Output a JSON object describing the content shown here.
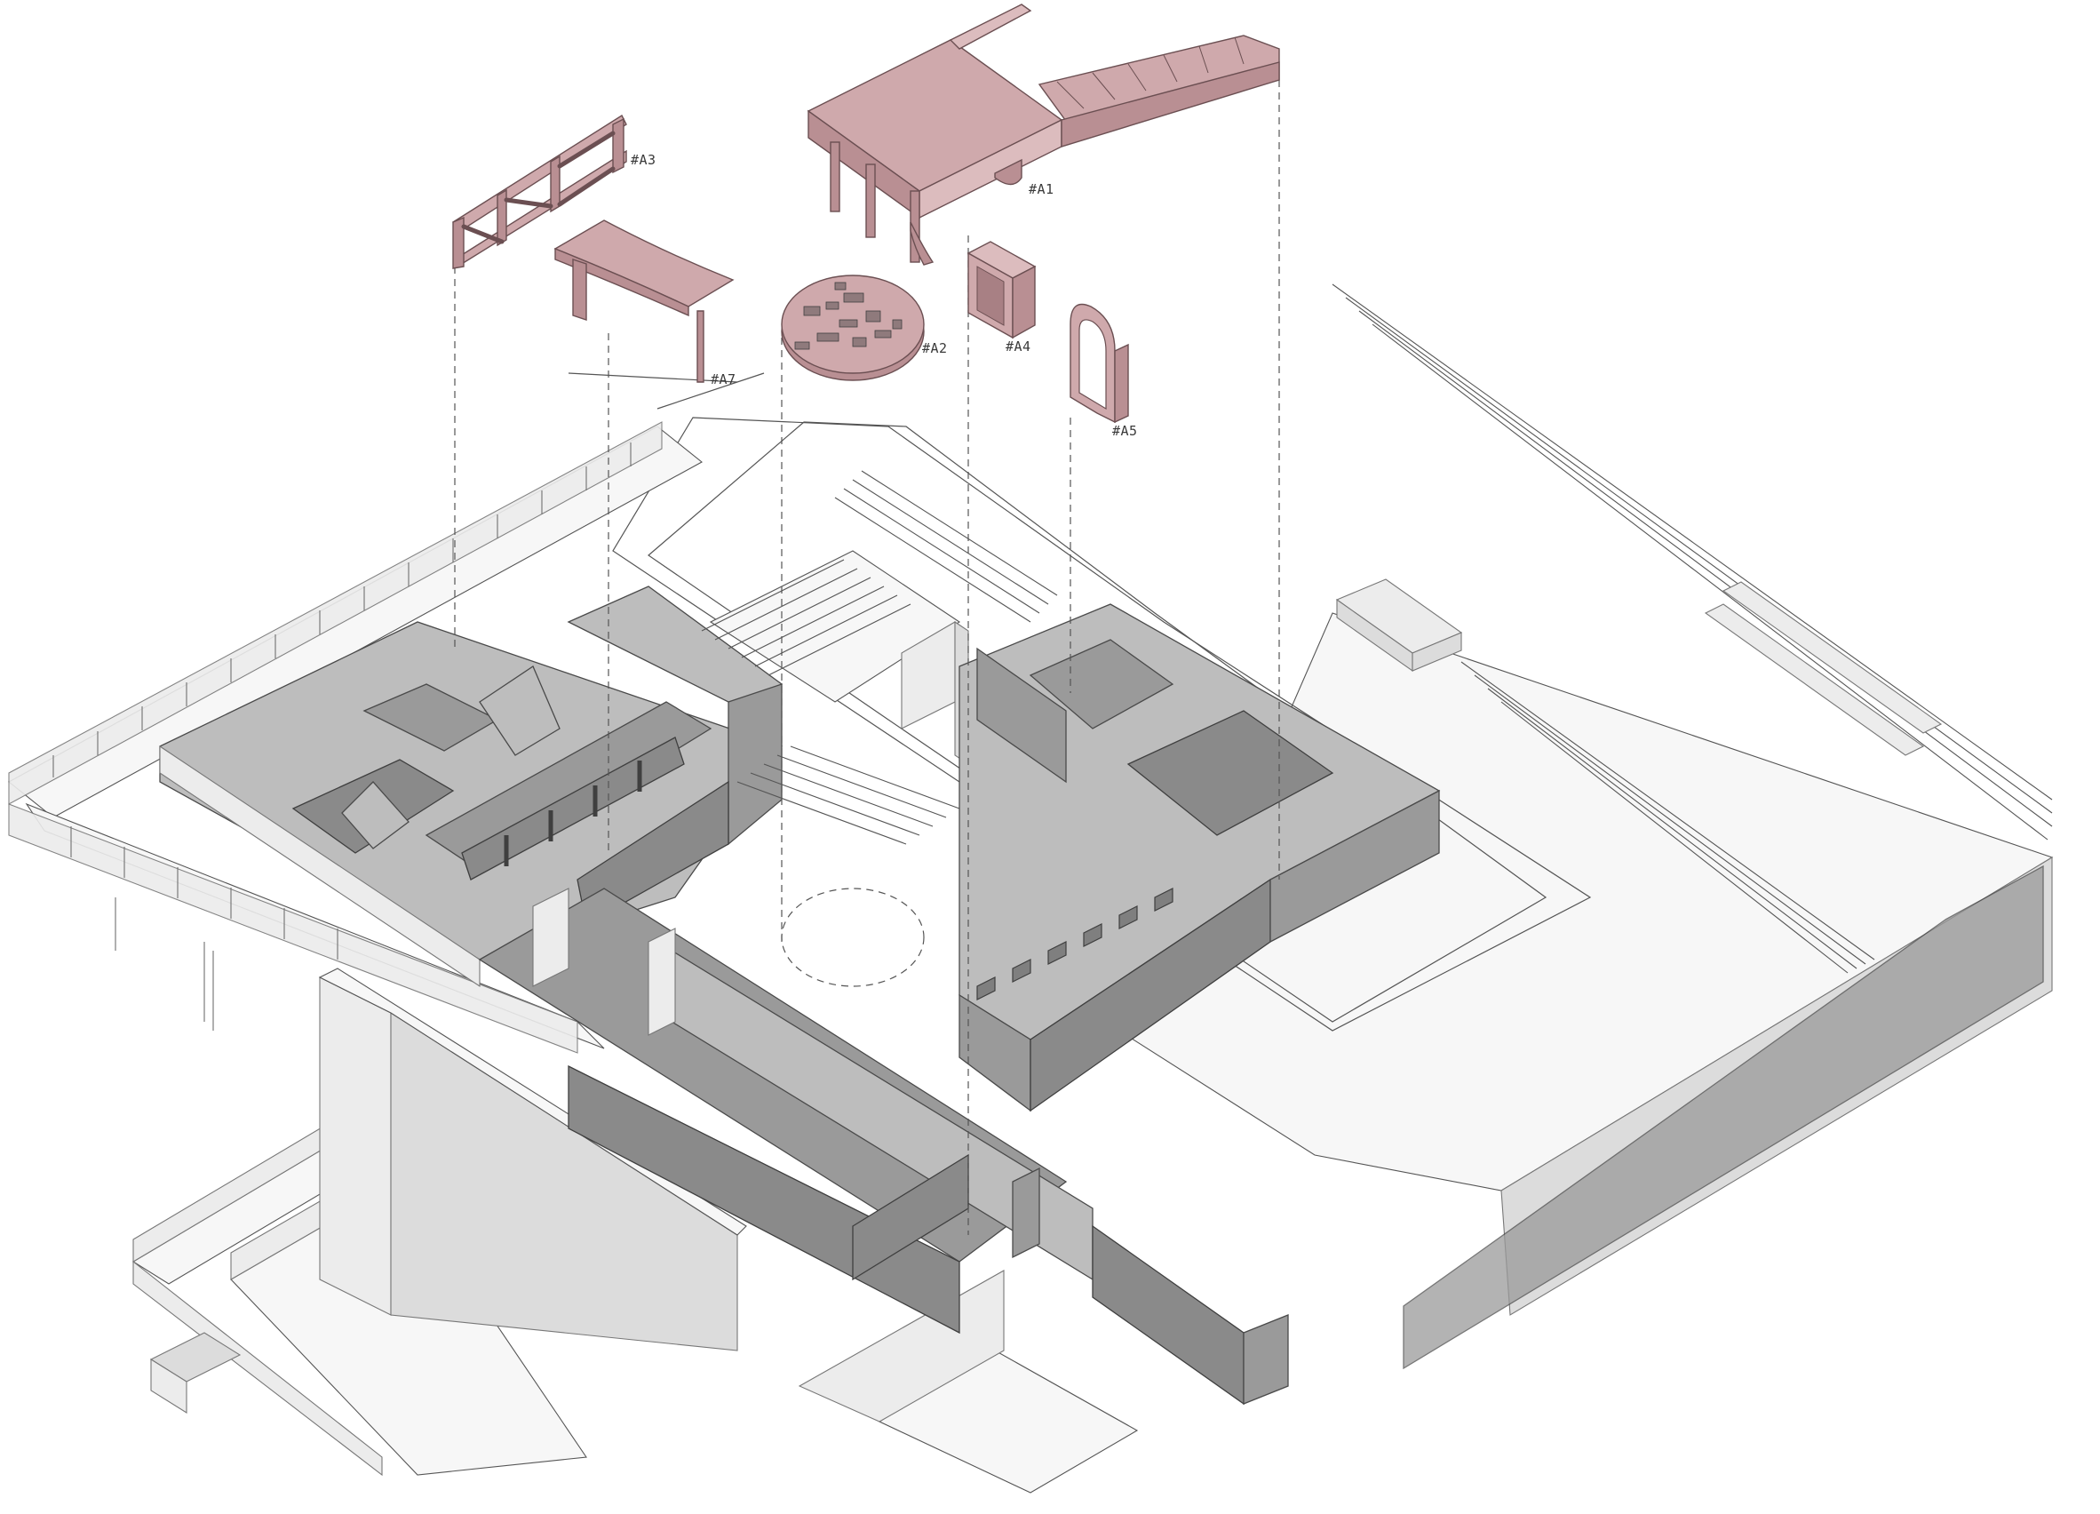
{
  "title": "",
  "elements": [
    {
      "id": "A1",
      "label": "#A1"
    },
    {
      "id": "A2",
      "label": "#A2"
    },
    {
      "id": "A3",
      "label": "#A3"
    },
    {
      "id": "A4",
      "label": "#A4"
    },
    {
      "id": "A5",
      "label": "#A5"
    },
    {
      "id": "A7",
      "label": "#A7"
    }
  ],
  "colors": {
    "highlight": "#cfa9ac",
    "walls": "#9a9a9a",
    "background": "#ffffff"
  }
}
